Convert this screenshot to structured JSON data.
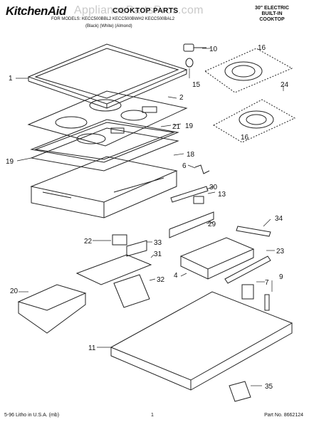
{
  "header": {
    "brand": "KitchenAid",
    "title": "COOKTOP PARTS",
    "subtitle_line1": "30\" ELECTRIC",
    "subtitle_line2": "BUILT-IN",
    "subtitle_line3": "COOKTOP",
    "models": "FOR MODELS: KECC500BBL2  KECC500BWH2  KECC500BAL2",
    "colors": "(Black)      (White)      (Almond)",
    "watermark": "AppliancePartsPros.com"
  },
  "parts": [
    "1",
    "2",
    "4",
    "6",
    "7",
    "9",
    "10",
    "11",
    "13",
    "15",
    "16",
    "16",
    "18",
    "19",
    "19",
    "20",
    "21",
    "22",
    "23",
    "24",
    "29",
    "30",
    "31",
    "32",
    "33",
    "34",
    "35"
  ],
  "footer": {
    "litho": "5-96 Litho in U.S.A. (mb)",
    "page": "1",
    "part_number": "Part No. 8662124"
  }
}
